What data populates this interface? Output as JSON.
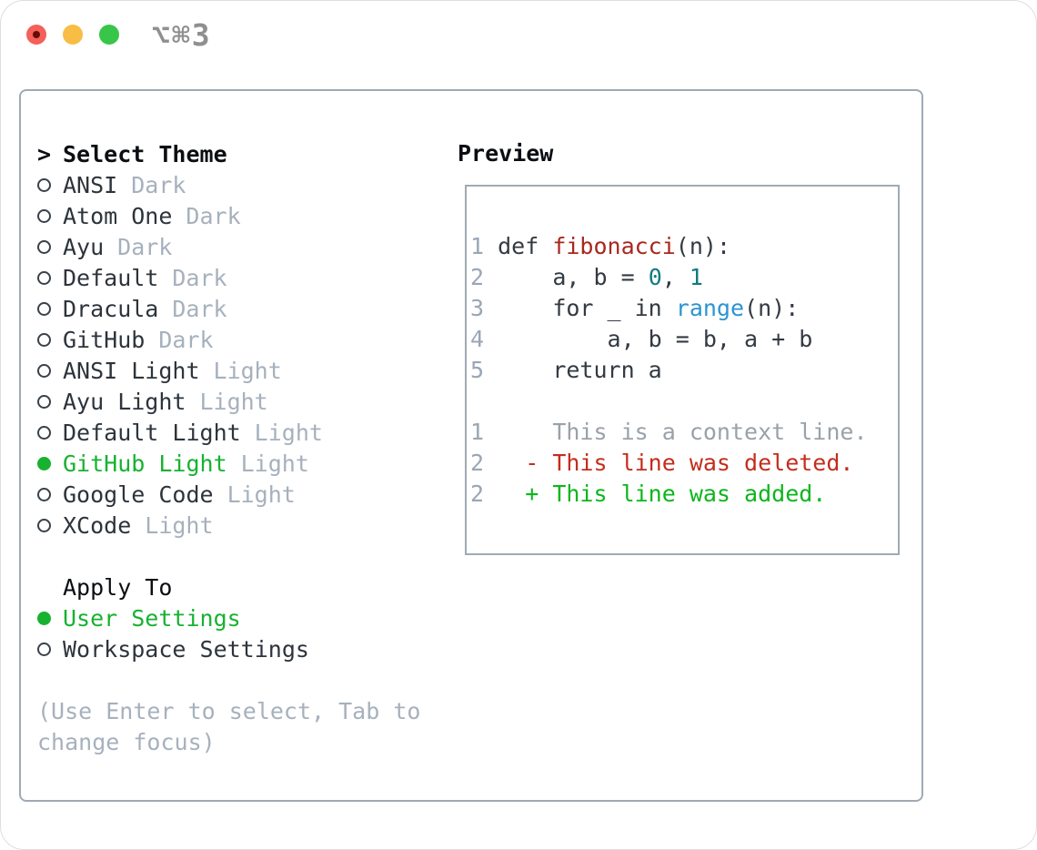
{
  "window": {
    "titlebar_shortcut": "⌥⌘3",
    "traffic_lights": [
      "close",
      "minimize",
      "zoom"
    ]
  },
  "colors": {
    "accent_green": "#17b230",
    "added_green": "#0cb61c",
    "deleted_red": "#c42d1c",
    "function_red": "#a8281f",
    "number_teal": "#0f7b80",
    "builtin_blue": "#2c94d1",
    "muted_gray": "#a6b1bd",
    "border_gray": "#9faab4",
    "traffic_red": "#f4605a",
    "traffic_yellow": "#f7bd45",
    "traffic_green": "#37c649"
  },
  "theme_picker": {
    "cursor": ">",
    "title": "Select Theme",
    "items": [
      {
        "name": "ANSI",
        "tag": "Dark",
        "selected": false
      },
      {
        "name": "Atom One",
        "tag": "Dark",
        "selected": false
      },
      {
        "name": "Ayu",
        "tag": "Dark",
        "selected": false
      },
      {
        "name": "Default",
        "tag": "Dark",
        "selected": false
      },
      {
        "name": "Dracula",
        "tag": "Dark",
        "selected": false
      },
      {
        "name": "GitHub",
        "tag": "Dark",
        "selected": false
      },
      {
        "name": "ANSI Light",
        "tag": "Light",
        "selected": false
      },
      {
        "name": "Ayu Light",
        "tag": "Light",
        "selected": false
      },
      {
        "name": "Default Light",
        "tag": "Light",
        "selected": false
      },
      {
        "name": "GitHub Light",
        "tag": "Light",
        "selected": true
      },
      {
        "name": "Google Code",
        "tag": "Light",
        "selected": false
      },
      {
        "name": "XCode",
        "tag": "Light",
        "selected": false
      }
    ],
    "apply_to": {
      "title": "Apply To",
      "options": [
        {
          "label": "User Settings",
          "selected": true
        },
        {
          "label": "Workspace Settings",
          "selected": false
        }
      ]
    },
    "hint_lines": [
      "(Use Enter to select, Tab to",
      "change focus)"
    ]
  },
  "preview": {
    "title": "Preview",
    "lines": {
      "l1": {
        "num": "1",
        "a": " def ",
        "fn": "fibonacci",
        "b": "(n):"
      },
      "l2": {
        "num": "2",
        "a": "     a, b = ",
        "n1": "0",
        "b": ", ",
        "n2": "1"
      },
      "l3": {
        "num": "3",
        "a": "     for _ in ",
        "fn": "range",
        "b": "(n):"
      },
      "l4": {
        "num": "4",
        "a": "         a, b = b, a + b"
      },
      "l5": {
        "num": "5",
        "a": "     return a"
      },
      "l6": {
        "num": "1",
        "ctx": "     This is a context line."
      },
      "l7": {
        "num": "2",
        "a": "   ",
        "del": "- This line was deleted."
      },
      "l8": {
        "num": "2",
        "a": "   ",
        "add": "+ This line was added."
      }
    }
  }
}
